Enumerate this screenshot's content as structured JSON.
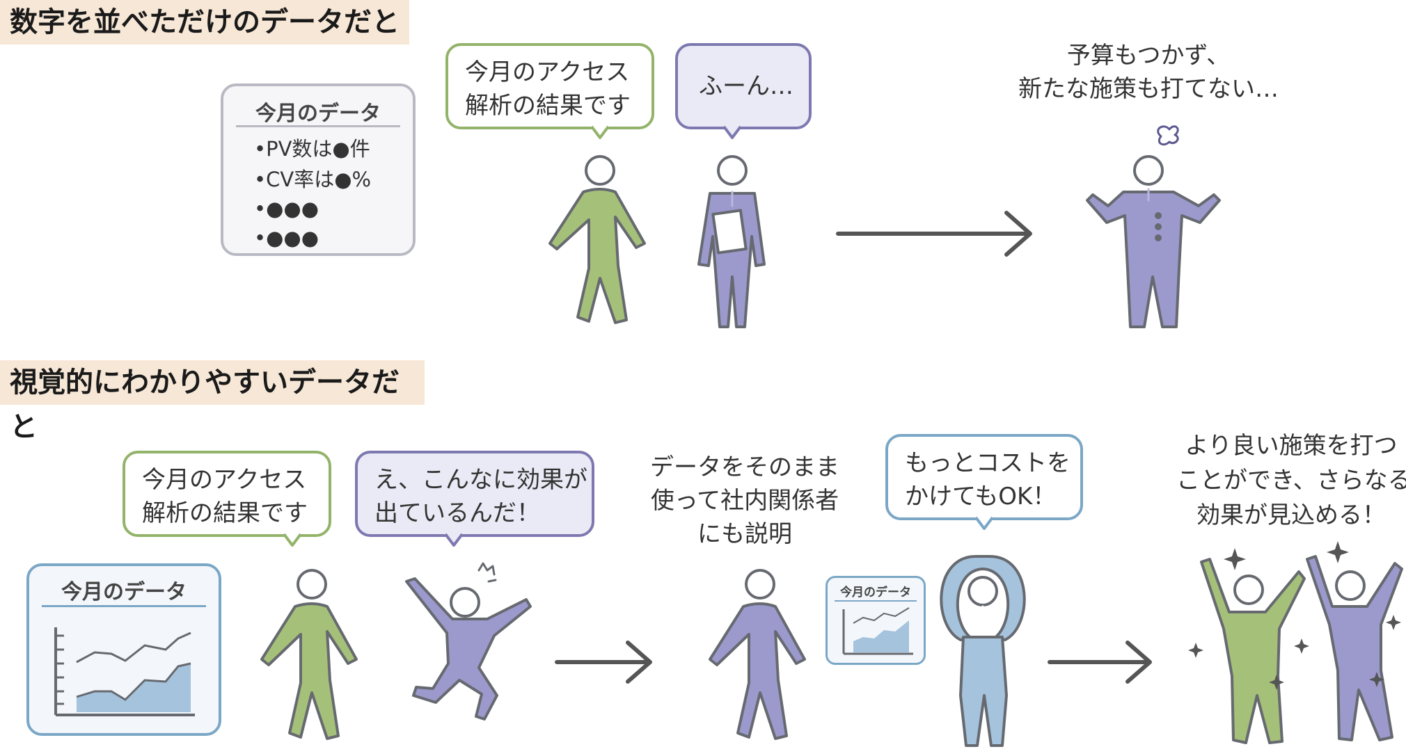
{
  "sections": {
    "top_heading": "数字を並べただけのデータだと",
    "bottom_heading": "視覚的にわかりやすいデータだと"
  },
  "top": {
    "data_card": {
      "title": "今月のデータ",
      "bullets": [
        "•PV数は●件",
        "•CV率は●%",
        "•●●●",
        "•●●●"
      ]
    },
    "speech_analyst": [
      "今月のアクセス",
      "解析の結果です"
    ],
    "speech_boss": [
      "ふーん…"
    ],
    "result_text": [
      "予算もつかず、",
      "新たな施策も打てない…"
    ]
  },
  "bottom": {
    "data_card": {
      "title": "今月のデータ"
    },
    "speech_analyst": [
      "今月のアクセス",
      "解析の結果です"
    ],
    "speech_boss": [
      "え、こんなに効果が",
      "出ているんだ！"
    ],
    "middle_text": [
      "データをそのまま",
      "使って社内関係者",
      "にも説明"
    ],
    "small_card": {
      "title": "今月のデータ"
    },
    "speech_exec": [
      "もっとコストを",
      "かけてもOK！"
    ],
    "result_text": [
      "より良い施策を打つ",
      "ことができ、さらなる",
      "効果が見込める！"
    ]
  },
  "colors": {
    "green": "#a5c079",
    "purple": "#9c99cd",
    "blue": "#a5c3dc",
    "outline": "#666a70",
    "band": "#f7e7d6",
    "arrow": "#555555"
  }
}
